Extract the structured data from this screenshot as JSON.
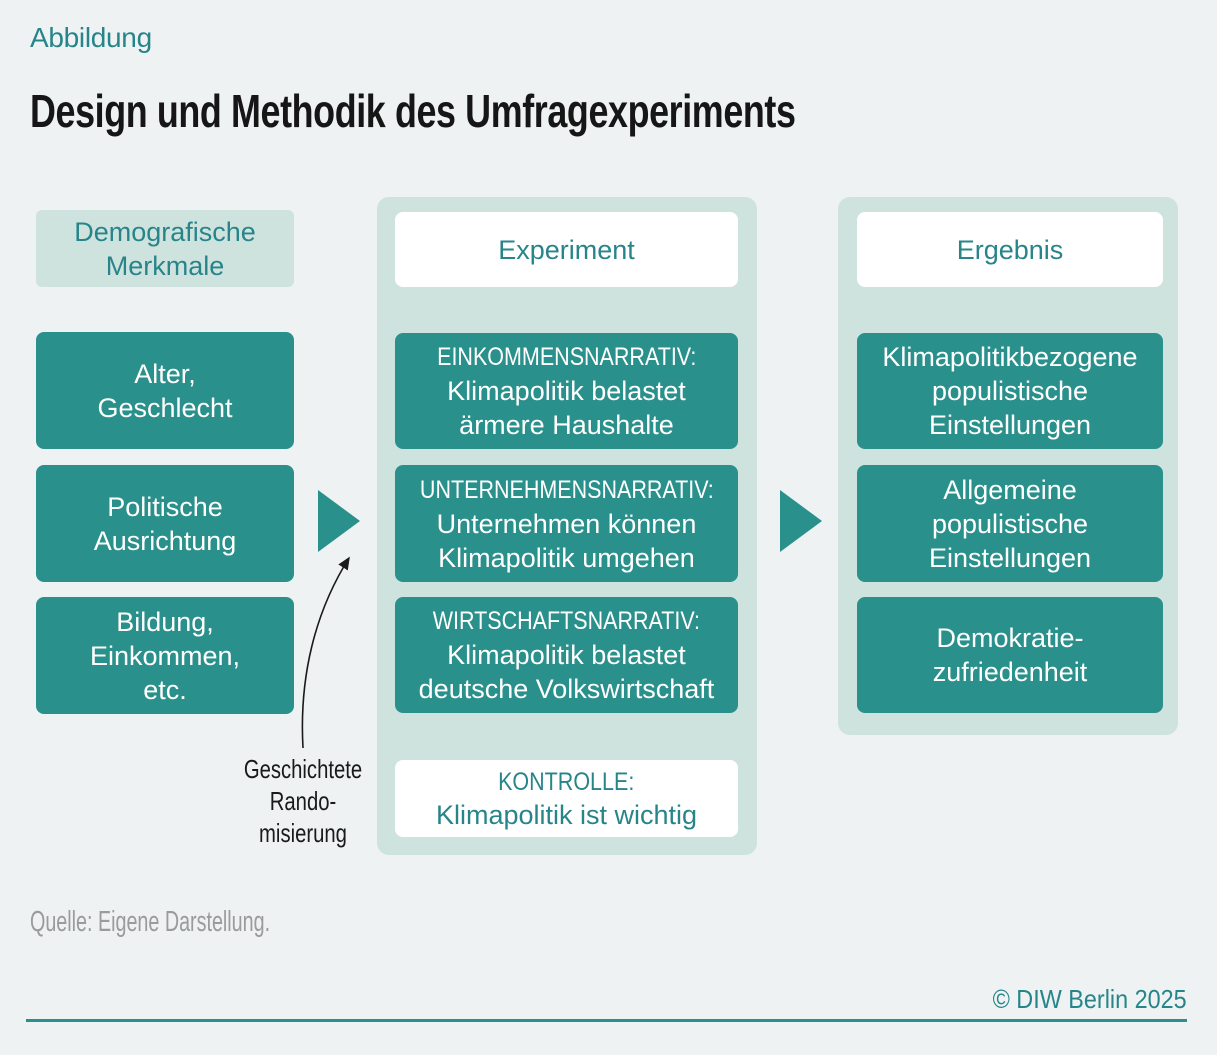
{
  "figure": {
    "kicker": "Abbildung",
    "title": "Design und Methodik des Umfragexperiments",
    "source_note": "Quelle: Eigene Darstellung.",
    "copyright": "© DIW Berlin 2025"
  },
  "colors": {
    "background": "#eef2f3",
    "teal": "#2a908b",
    "teal_text": "#27858a",
    "light_teal": "#cfe3de",
    "white": "#ffffff",
    "gray_text": "#9b9b9b",
    "title_text": "#161616",
    "arrow_black": "#1a1a1a"
  },
  "demografie": {
    "header": "Demografische\nMerkmale",
    "boxes": [
      "Alter,\nGeschlecht",
      "Politische\nAusrichtung",
      "Bildung,\nEinkommen,\netc."
    ]
  },
  "experiment": {
    "header": "Experiment",
    "narratives": [
      {
        "label": "EINKOMMENSNARRATIV:",
        "text": "Klimapolitik belastet\närmere Haushalte"
      },
      {
        "label": "UNTERNEHMENSNARRATIV:",
        "text": "Unternehmen können\nKlimapolitik umgehen"
      },
      {
        "label": "WIRTSCHAFTSNARRATIV:",
        "text": "Klimapolitik belastet\ndeutsche Volkswirtschaft"
      }
    ],
    "control": {
      "label": "KONTROLLE:",
      "text": "Klimapolitik ist wichtig"
    }
  },
  "ergebnis": {
    "header": "Ergebnis",
    "boxes": [
      "Klimapolitikbezogene\npopulistische\nEinstellungen",
      "Allgemeine\npopulistische\nEinstellungen",
      "Demokratie-\nzufriedenheit"
    ]
  },
  "annotation": {
    "randomization_label": "Geschichtete\nRando-\nmisierung"
  }
}
